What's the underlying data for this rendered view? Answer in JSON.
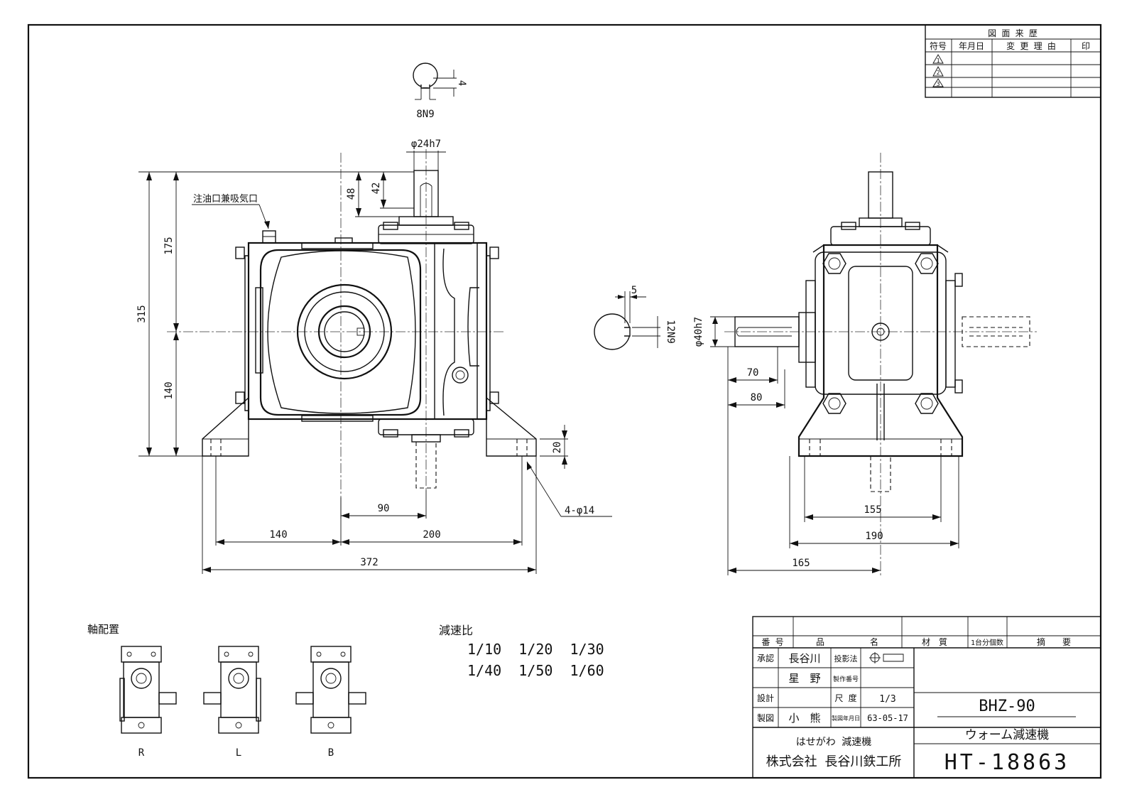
{
  "revision_table": {
    "title": "図 面 来 歴",
    "headers": [
      "符号",
      "年月日",
      "変 更 理 由",
      "印"
    ],
    "marks": [
      "1",
      "2",
      "3"
    ]
  },
  "front_view": {
    "key_top_width": "8N9",
    "key_top_depth": "4",
    "shaft_top_dia": "φ24h7",
    "dim_48": "48",
    "dim_42": "42",
    "oil_note": "注油口兼吸気口",
    "dim_175": "175",
    "dim_315": "315",
    "dim_140_v": "140",
    "dim_20": "20",
    "dim_90": "90",
    "hole_note": "4-φ14",
    "dim_140_h": "140",
    "dim_200": "200",
    "dim_372": "372"
  },
  "section_side": {
    "key_width": "5",
    "key_length": "12N9"
  },
  "side_view": {
    "shaft_dia": "φ40h7",
    "dim_70": "70",
    "dim_80": "80",
    "dim_155": "155",
    "dim_190": "190",
    "dim_165": "165"
  },
  "arrangement": {
    "title": "軸配置",
    "labels": [
      "R",
      "L",
      "B"
    ]
  },
  "ratios": {
    "title": "減速比",
    "row1": "1/10  1/20  1/30",
    "row2": "1/40  1/50  1/60"
  },
  "title_block": {
    "h_number": "番 号",
    "h_name_1": "品",
    "h_name_2": "名",
    "h_material": "材　質",
    "h_qty": "1台分個数",
    "h_remark": "摘　　要",
    "approve_label": "承認",
    "approve_name": "長谷川",
    "projection_label": "投影法",
    "check_name": "星　野",
    "drawing_no_label": "製作番号",
    "design_label": "設計",
    "scale_label": "尺 度",
    "scale_value": "1/3",
    "draw_label": "製図",
    "draw_name": "小　熊",
    "date_label": "製図年月日",
    "date_value": "63-05-17",
    "model": "BHZ-90",
    "product": "ウォーム減速機",
    "brand": "はせがわ 減速機",
    "company": "株式会社 長谷川鉄工所",
    "doc_number": "HT-18863"
  }
}
